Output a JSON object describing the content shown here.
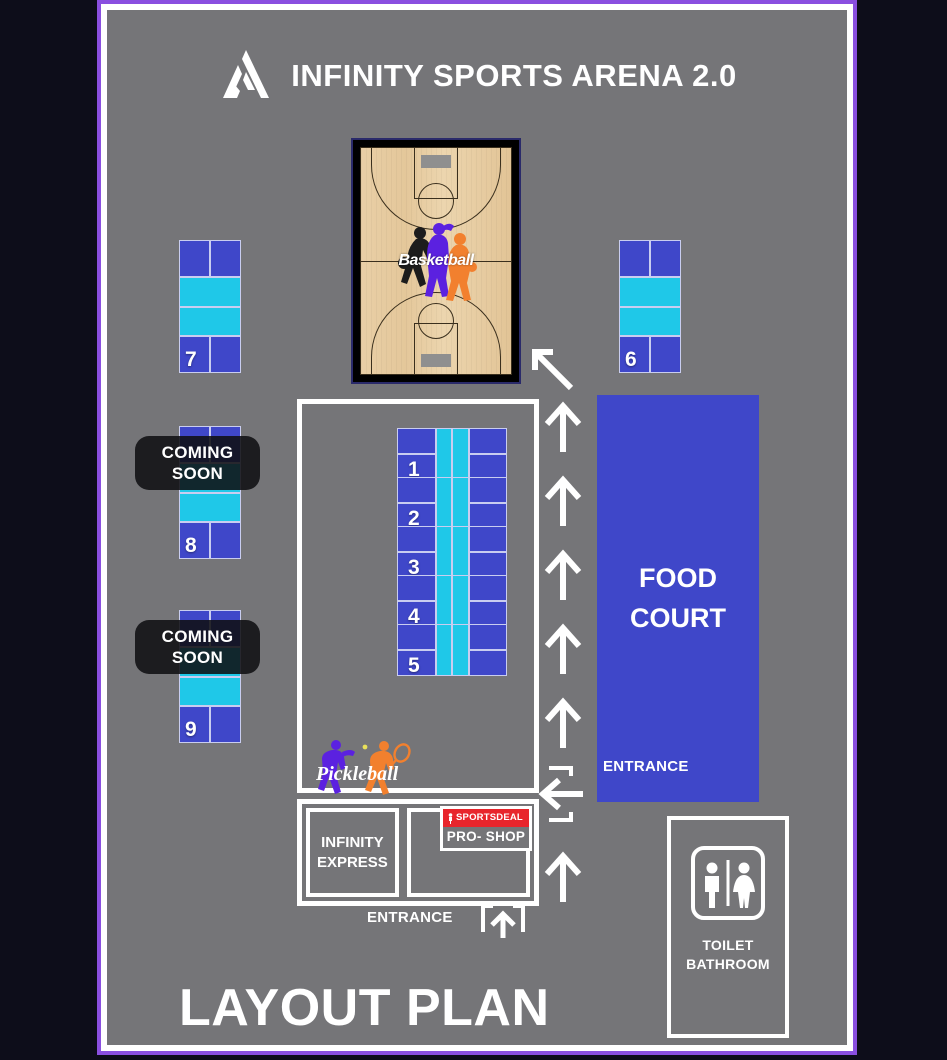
{
  "page": {
    "bg_color": "#0d0d1a",
    "frame_border_color": "#8a4fe0",
    "canvas_color": "#757578",
    "accent_blue": "#3f47c9",
    "accent_cyan": "#1fc8e8",
    "brand_red": "#e8252c"
  },
  "header": {
    "title": "INFINITY SPORTS ARENA 2.0",
    "logo_name": "infinity-triangle-logo"
  },
  "basketball": {
    "label": "Basketball",
    "players": [
      "black-player-silhouette",
      "purple-player-silhouette",
      "orange-player-silhouette"
    ]
  },
  "courts": [
    {
      "number": "7",
      "orientation": "vertical",
      "status": "open"
    },
    {
      "number": "8",
      "orientation": "vertical",
      "status": "coming-soon"
    },
    {
      "number": "9",
      "orientation": "vertical",
      "status": "coming-soon"
    },
    {
      "number": "6",
      "orientation": "vertical",
      "status": "open"
    },
    {
      "number": "1",
      "orientation": "horizontal",
      "status": "open"
    },
    {
      "number": "2",
      "orientation": "horizontal",
      "status": "open"
    },
    {
      "number": "3",
      "orientation": "horizontal",
      "status": "open"
    },
    {
      "number": "4",
      "orientation": "horizontal",
      "status": "open"
    },
    {
      "number": "5",
      "orientation": "horizontal",
      "status": "open"
    }
  ],
  "coming_soon": {
    "line1": "COMING",
    "line2": "SOON"
  },
  "food_court": {
    "label": "FOOD\nCOURT",
    "line1": "FOOD",
    "line2": "COURT"
  },
  "entrances": {
    "right_label": "ENTRANCE",
    "bottom_label": "ENTRANCE"
  },
  "shops": {
    "infinity_express": "INFINITY\nEXPRESS",
    "infinity_express_line1": "INFINITY",
    "infinity_express_line2": "EXPRESS",
    "pro_shop_brand": "SPORTSDEAL",
    "pro_shop_sub": "PRO- SHOP"
  },
  "pickleball_logo": {
    "text": "Pickleball"
  },
  "toilet": {
    "line1": "TOILET",
    "line2": "BATHROOM",
    "icon": "restroom-male-female-icon"
  },
  "footer": {
    "title": "LAYOUT PLAN"
  },
  "arrows": {
    "diagonal_up_left": "arrow-diagonal-up-left",
    "up": "arrow-up",
    "left": "arrow-left",
    "count_up": 5
  }
}
